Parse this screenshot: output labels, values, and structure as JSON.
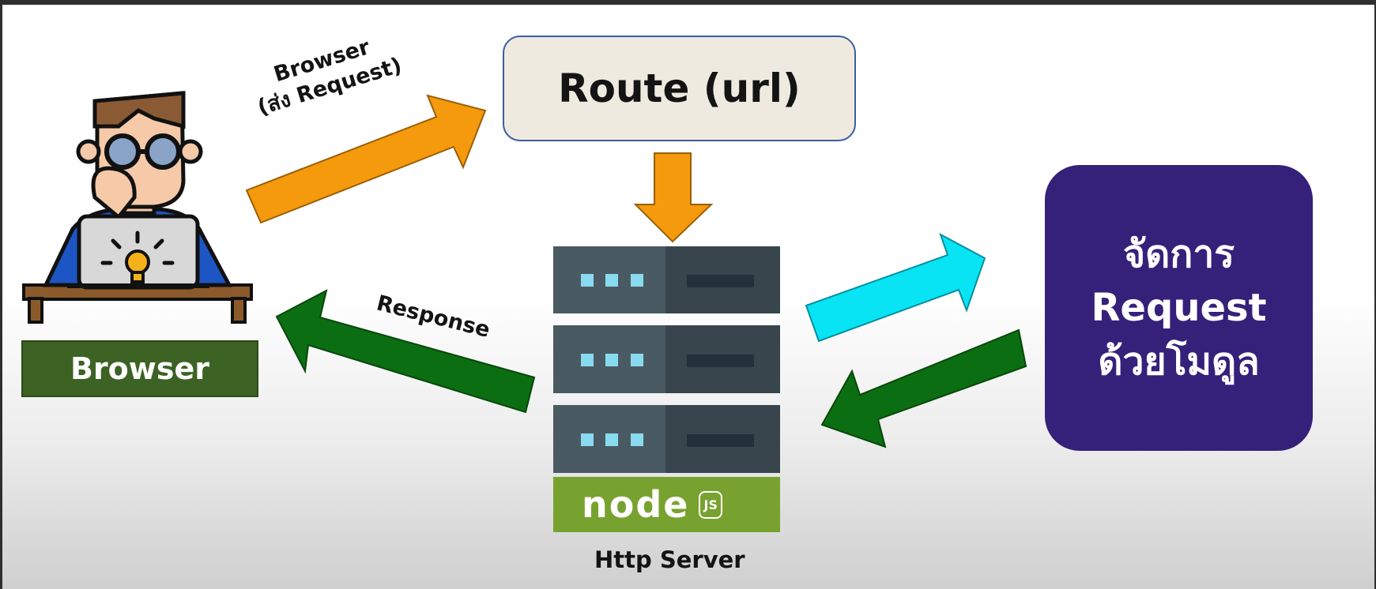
{
  "diagram": {
    "route_label": "Route (url)",
    "browser_label": "Browser",
    "request_arrow_label_line1": "Browser",
    "request_arrow_label_line2": "(ส่ง Request)",
    "response_arrow_label": "Response",
    "server_label": "Http Server",
    "module_box": {
      "line1": "จัดการ",
      "line2": "Request",
      "line3": "ด้วยโมดูล"
    },
    "node_logo_text": "node",
    "node_logo_badge": "JS"
  },
  "colors": {
    "request_arrow": "#f59a0c",
    "response_arrow": "#0c6e12",
    "module_request_arrow": "#08e4f4",
    "module_box": "#35207a",
    "browser_box": "#3c6324",
    "route_box": "#efeae0",
    "node_green": "#78a22f",
    "server_dark": "#3b4a52"
  }
}
